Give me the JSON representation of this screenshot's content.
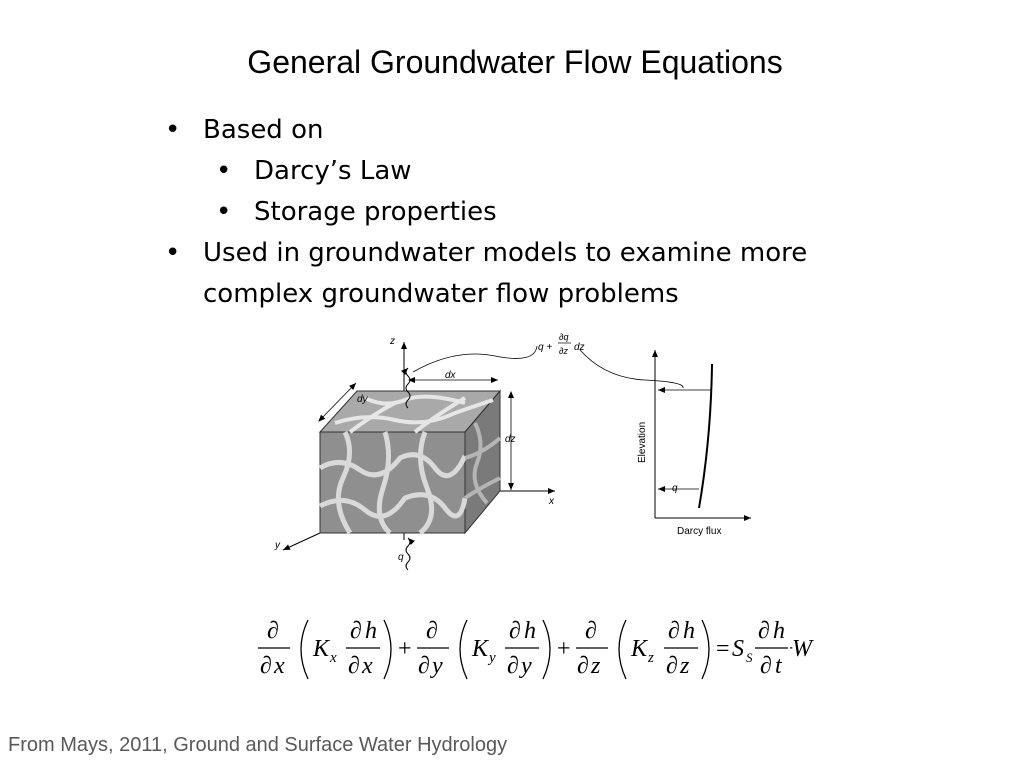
{
  "slide": {
    "title": "General Groundwater Flow Equations",
    "bullets": [
      {
        "level": 1,
        "text": "Based on"
      },
      {
        "level": 2,
        "text": "Darcy’s Law"
      },
      {
        "level": 2,
        "text": "Storage properties"
      },
      {
        "level": 1,
        "text": "Used in groundwater models to examine more"
      },
      {
        "level": 1,
        "text": "complex groundwater flow problems",
        "continuation": true
      }
    ],
    "bullet_char": "•",
    "footer": "From Mays, 2011, Ground and Surface Water Hydrology"
  },
  "figure": {
    "labels": {
      "z": "z",
      "x": "x",
      "y": "y",
      "dx": "dx",
      "dy": "dy",
      "dz": "dz",
      "q": "q",
      "q_top_prefix": "q +",
      "dq": "∂q",
      "dzden": "∂z",
      "elevation": "Elevation",
      "darcy_flux": "Darcy flux",
      "q_small": "q"
    }
  },
  "equation": {
    "d": "∂",
    "x": "x",
    "y": "y",
    "z": "z",
    "h": "h",
    "t": "t",
    "K": "K",
    "S": "S",
    "s": "S",
    "W": "W",
    "plus": "+",
    "equals": "="
  }
}
